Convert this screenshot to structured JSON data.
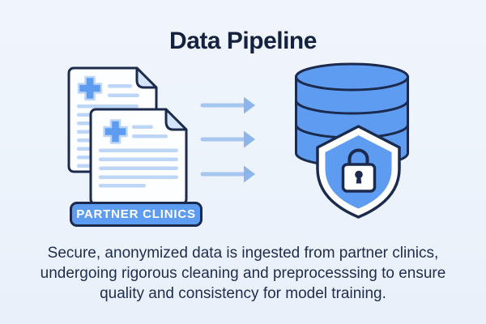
{
  "title": "Data Pipeline",
  "badge": {
    "label": "PARTNER CLINICS"
  },
  "description_lines": [
    "Secure, anonymized data is ingested from partner clinics,",
    "undergoing rigorous cleaning and preprocesssing to ensure",
    "quality and consistency for model training."
  ],
  "icons": {
    "source": "medical-documents-icon",
    "flow": "right-arrow-icon",
    "storage": "database-cylinder-icon",
    "security": "shield-padlock-icon"
  },
  "colors": {
    "background": "#edf3fb",
    "navy_outline": "#1b2a4d",
    "title_text": "#15223f",
    "body_text": "#1e2c4e",
    "primary_blue": "#5e9cf1",
    "light_line_blue": "#bdd6f8",
    "fold_blue": "#d3e4fb",
    "arrow_blue": "#a6c6f0",
    "arrow_head_blue": "#8db5ec",
    "badge_text": "#ffffff"
  }
}
